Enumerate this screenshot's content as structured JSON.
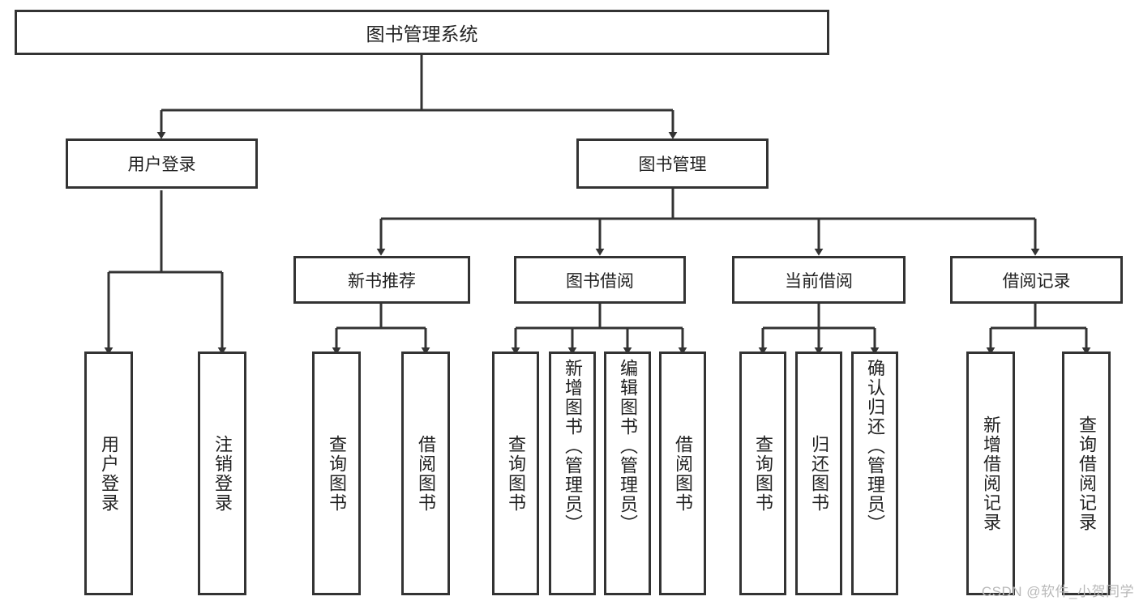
{
  "diagram": {
    "type": "tree",
    "watermark": "CSDN @软件_小贺同学",
    "colors": {
      "box_border": "#333333",
      "box_fill": "#ffffff",
      "line": "#333333",
      "text": "#222222",
      "watermark": "#b9b9b9"
    },
    "root": {
      "label": "图书管理系统"
    },
    "level1": [
      {
        "label": "用户登录"
      },
      {
        "label": "图书管理"
      }
    ],
    "level2": [
      {
        "label": "新书推荐"
      },
      {
        "label": "图书借阅"
      },
      {
        "label": "当前借阅"
      },
      {
        "label": "借阅记录"
      }
    ],
    "leaves": {
      "user_login": [
        {
          "label": "用户登录"
        },
        {
          "label": "注销登录"
        }
      ],
      "new_book_recommend": [
        {
          "label": "查询图书"
        },
        {
          "label": "借阅图书"
        }
      ],
      "book_borrow": [
        {
          "label": "查询图书"
        },
        {
          "label": "新增图书（管理员）"
        },
        {
          "label": "编辑图书（管理员）"
        },
        {
          "label": "借阅图书"
        }
      ],
      "current_borrow": [
        {
          "label": "查询图书"
        },
        {
          "label": "归还图书"
        },
        {
          "label": "确认归还（管理员）"
        }
      ],
      "borrow_record": [
        {
          "label": "新增借阅记录"
        },
        {
          "label": "查询借阅记录"
        }
      ]
    }
  }
}
